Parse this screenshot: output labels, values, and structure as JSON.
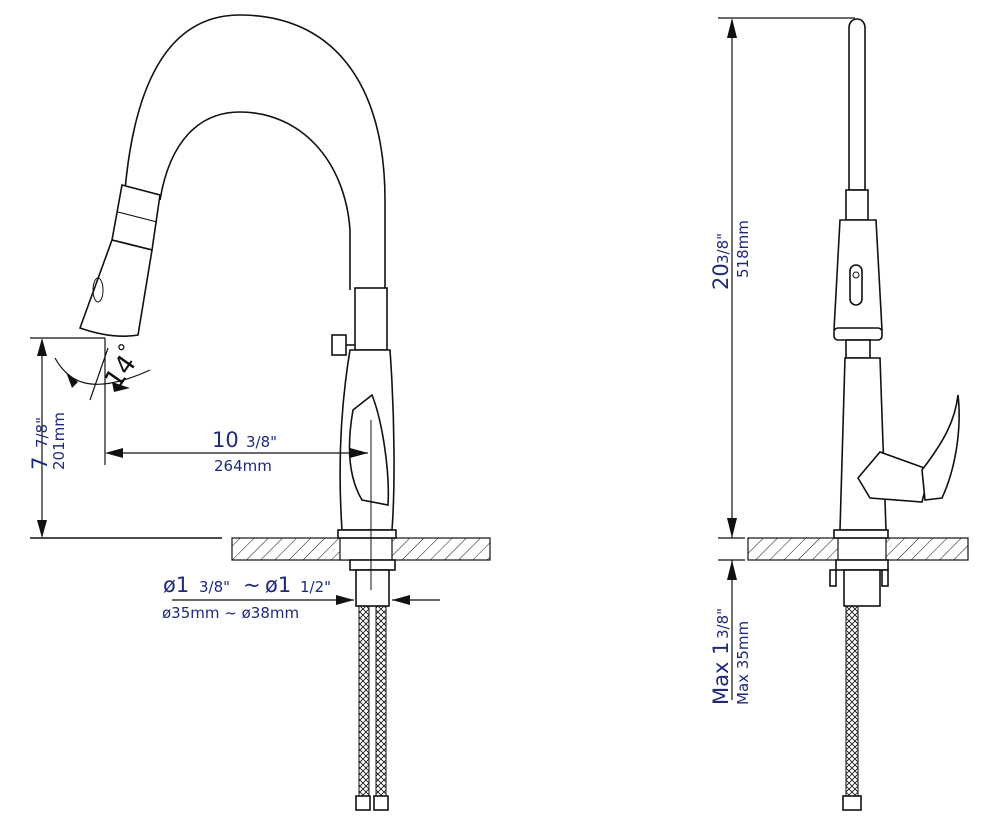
{
  "colors": {
    "dimension_text": "#1f2a7a",
    "line": "#111111"
  },
  "side_view": {
    "angle": {
      "value": "14",
      "unit": "°"
    },
    "spout_height": {
      "main": "7",
      "fraction": "7/8\"",
      "metric": "201mm"
    },
    "spout_reach": {
      "main": "10",
      "fraction": "3/8\"",
      "metric": "264mm"
    },
    "hole_diameter": {
      "imperial_a_main": "ø1",
      "imperial_a_fraction": "3/8\"",
      "separator": "~",
      "imperial_b_main": "ø1",
      "imperial_b_fraction": "1/2\"",
      "metric": "ø35mm ~ ø38mm"
    }
  },
  "front_view": {
    "total_height": {
      "main": "20",
      "fraction": "3/8\"",
      "metric": "518mm"
    },
    "deck_thickness": {
      "main": "Max 1",
      "fraction": "3/8\"",
      "metric": "Max 35mm"
    }
  }
}
